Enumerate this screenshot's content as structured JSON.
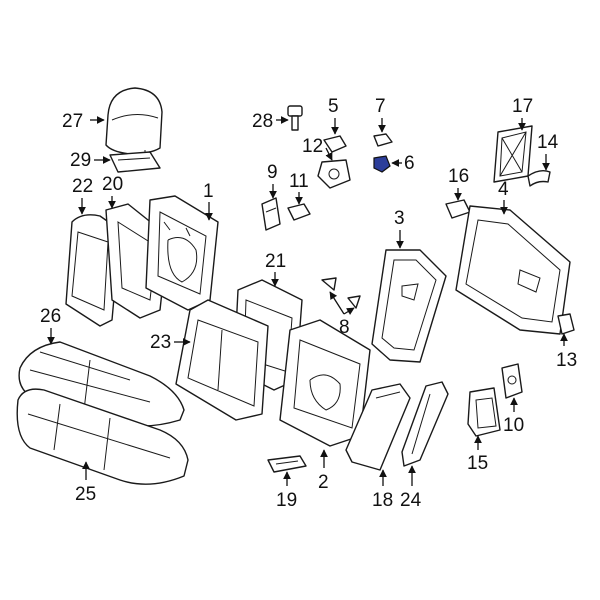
{
  "callouts": {
    "c1": "1",
    "c2": "2",
    "c3": "3",
    "c4": "4",
    "c5": "5",
    "c6": "6",
    "c7": "7",
    "c8": "8",
    "c9": "9",
    "c10": "10",
    "c11": "11",
    "c12": "12",
    "c13": "13",
    "c14": "14",
    "c15": "15",
    "c16": "16",
    "c17": "17",
    "c18": "18",
    "c19": "19",
    "c20": "20",
    "c21": "21",
    "c22": "22",
    "c23": "23",
    "c24": "24",
    "c25": "25",
    "c26": "26",
    "c27": "27",
    "c28": "28",
    "c29": "29"
  },
  "colors": {
    "highlight": "#2c3e9a",
    "line": "#1a1a1a"
  },
  "highlighted_part": "6"
}
